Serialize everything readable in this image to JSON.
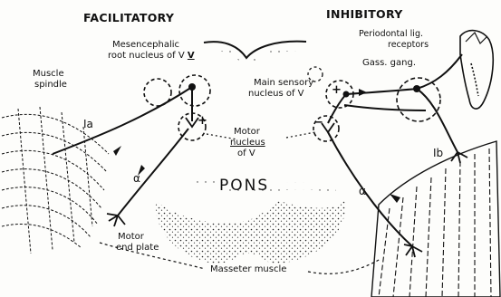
{
  "headings": {
    "left": "FACILITATORY",
    "right": "INHIBITORY"
  },
  "labels": {
    "mesencephalic_1": "Mesencephalic",
    "mesencephalic_2": "root nucleus of V",
    "roman_v": "V",
    "main_sensory_1": "Main sensory",
    "main_sensory_2": "nucleus of V",
    "motor_nucleus_1": "Motor",
    "motor_nucleus_2": "nucleus",
    "motor_nucleus_3": "of V",
    "muscle_spindle_1": "Muscle",
    "muscle_spindle_2": "spindle",
    "ia": "Ia",
    "ib": "Ib",
    "alpha_left": "α",
    "alpha_right": "α",
    "pons": "PONS",
    "motor_end_plate_1": "Motor",
    "motor_end_plate_2": "end plate",
    "periodontal_1": "Periodontal lig.",
    "periodontal_2": "receptors",
    "gass_gang": "Gass. gang.",
    "masseter": "Masseter muscle",
    "plus_left": "+",
    "plus_right": "+",
    "minus_right": "−"
  },
  "colors": {
    "ink": "#111111",
    "paper": "#fdfdfb"
  }
}
